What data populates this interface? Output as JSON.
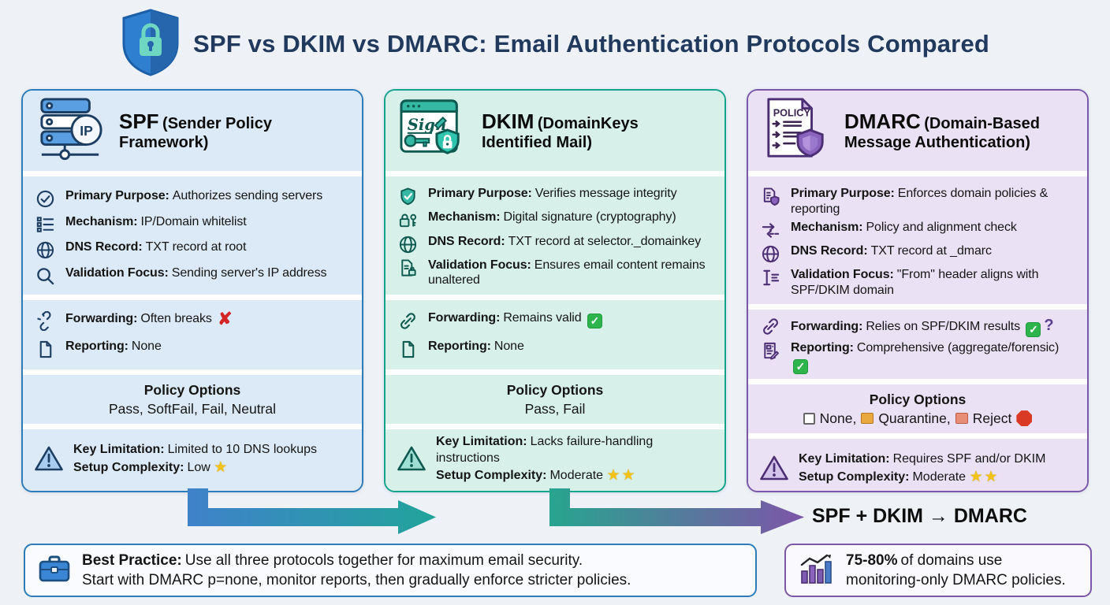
{
  "header": {
    "title": "SPF vs DKIM vs DMARC: Email Authentication Protocols Compared"
  },
  "glyphs": {
    "check": "✓",
    "cross": "✘",
    "question": "?",
    "arrow": "→"
  },
  "colors": {
    "spf_accent": "#2b7cb9",
    "dkim_accent": "#16a48c",
    "dmarc_accent": "#7a57a8",
    "arrow_blue": "#3f82ca",
    "arrow_teal": "#21a49b",
    "arrow_purple": "#7d55a8",
    "success_green": "#2db44d",
    "error_red": "#d32727",
    "star_gold": "#f2c217"
  },
  "icons": {
    "title": "shield-lock-icon",
    "spf_header": "server-ip-icon",
    "dkim_header": "signed-window-key-shield-icon",
    "dmarc_header": "policy-document-shield-icon",
    "best_practice": "briefcase-icon",
    "stat": "bar-chart-trend-icon"
  },
  "cards": [
    {
      "title": "SPF",
      "subtitle": "(Sender Policy Framework)",
      "icon_badge": "IP",
      "rows": [
        {
          "icon": "check-circle-icon",
          "label": "Primary Purpose:",
          "value": "Authorizes sending servers"
        },
        {
          "icon": "checklist-icon",
          "label": "Mechanism:",
          "value": "IP/Domain whitelist"
        },
        {
          "icon": "globe-domain-icon",
          "label": "DNS Record:",
          "value": "TXT record at root"
        },
        {
          "icon": "magnifier-icon",
          "label": "Validation Focus:",
          "value": "Sending server's IP address"
        }
      ],
      "forwarding": {
        "label": "Forwarding:",
        "value": "Often breaks"
      },
      "reporting": {
        "label": "Reporting:",
        "value": "None"
      },
      "policy": {
        "heading": "Policy Options",
        "values": "Pass, SoftFail, Fail, Neutral"
      },
      "limitation": {
        "label": "Key Limitation:",
        "value": "Limited to 10 DNS lookups"
      },
      "complexity": {
        "label": "Setup Complexity:",
        "value": "Low",
        "stars": "★"
      }
    },
    {
      "title": "DKIM",
      "subtitle": "(DomainKeys Identified Mail)",
      "icon_text": "Sign",
      "rows": [
        {
          "icon": "shield-check-icon",
          "label": "Primary Purpose:",
          "value": "Verifies message integrity"
        },
        {
          "icon": "lock-key-icon",
          "label": "Mechanism:",
          "value": "Digital signature (cryptography)"
        },
        {
          "icon": "globe-domain-icon",
          "label": "DNS Record:",
          "value": "TXT record at selector._domainkey"
        },
        {
          "icon": "document-lock-icon",
          "label": "Validation Focus:",
          "value": "Ensures email content remains unaltered"
        }
      ],
      "forwarding": {
        "label": "Forwarding:",
        "value": "Remains valid"
      },
      "reporting": {
        "label": "Reporting:",
        "value": "None"
      },
      "policy": {
        "heading": "Policy Options",
        "values": "Pass, Fail"
      },
      "limitation": {
        "label": "Key Limitation:",
        "value": "Lacks failure-handling instructions"
      },
      "complexity": {
        "label": "Setup Complexity:",
        "value": "Moderate",
        "stars": "★★"
      }
    },
    {
      "title": "DMARC",
      "subtitle": "(Domain-Based Message Authentication)",
      "icon_text": "POLICY",
      "rows": [
        {
          "icon": "document-shield-icon",
          "label": "Primary Purpose:",
          "value": "Enforces domain policies & reporting"
        },
        {
          "icon": "swap-arrows-icon",
          "label": "Mechanism:",
          "value": "Policy and alignment check"
        },
        {
          "icon": "globe-domain-icon",
          "label": "DNS Record:",
          "value": "TXT record at _dmarc"
        },
        {
          "icon": "alignment-icon",
          "label": "Validation Focus:",
          "value": "\"From\" header aligns with SPF/DKIM domain"
        }
      ],
      "forwarding": {
        "label": "Forwarding:",
        "value": "Relies on SPF/DKIM results"
      },
      "reporting": {
        "label": "Reporting:",
        "value": "Comprehensive (aggregate/forensic)"
      },
      "policy": {
        "heading": "Policy Options",
        "none": "None,",
        "quarantine": "Quarantine,",
        "reject": "Reject"
      },
      "limitation": {
        "label": "Key Limitation:",
        "value": "Requires SPF and/or DKIM"
      },
      "complexity": {
        "label": "Setup Complexity:",
        "value": "Moderate",
        "stars": "★★"
      }
    }
  ],
  "flow": {
    "label": "SPF + DKIM → DMARC"
  },
  "best_practice": {
    "label": "Best Practice:",
    "line1": "Use all three protocols together for maximum email security.",
    "line2": "Start with DMARC p=none, monitor reports, then gradually enforce stricter policies."
  },
  "stat": {
    "highlight": "75-80%",
    "line1": "of domains use",
    "line2": "monitoring-only DMARC policies."
  }
}
